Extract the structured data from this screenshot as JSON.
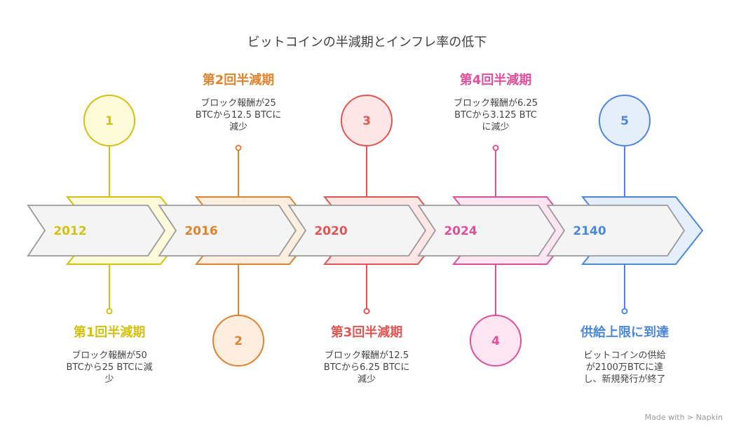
{
  "title": "ビットコインの半減期とインフレ率の低下",
  "stages": [
    {
      "number": "1",
      "year": "2012",
      "title": "第1回半減期",
      "description_lines": [
        "ブロック報酬が50",
        "BTCから25 BTCに減",
        "少"
      ],
      "color": "#d4c011",
      "fill": "#fdfbd9"
    },
    {
      "number": "2",
      "year": "2016",
      "title": "第2回半減期",
      "description_lines": [
        "ブロック報酬が25",
        "BTCから12.5 BTCに",
        "減少"
      ],
      "color": "#e0822e",
      "fill": "#fdeee0"
    },
    {
      "number": "3",
      "year": "2020",
      "title": "第3回半減期",
      "description_lines": [
        "ブロック報酬が12.5",
        "BTCから6.25 BTCに",
        "減少"
      ],
      "color": "#e15652",
      "fill": "#fde6e5"
    },
    {
      "number": "4",
      "year": "2024",
      "title": "第4回半減期",
      "description_lines": [
        "ブロック報酬が6.25",
        "BTCから3.125 BTC",
        "に減少"
      ],
      "color": "#e0509a",
      "fill": "#fde5f1"
    },
    {
      "number": "5",
      "year": "2140",
      "title": "供給上限に到達",
      "description_lines": [
        "ビットコインの供給",
        "が2100万BTCに達",
        "し、新規発行が終了"
      ],
      "color": "#4d86dd",
      "fill": "#e5eefb"
    }
  ],
  "footer": {
    "made_with": "Made with",
    "brand": "Napkin"
  }
}
